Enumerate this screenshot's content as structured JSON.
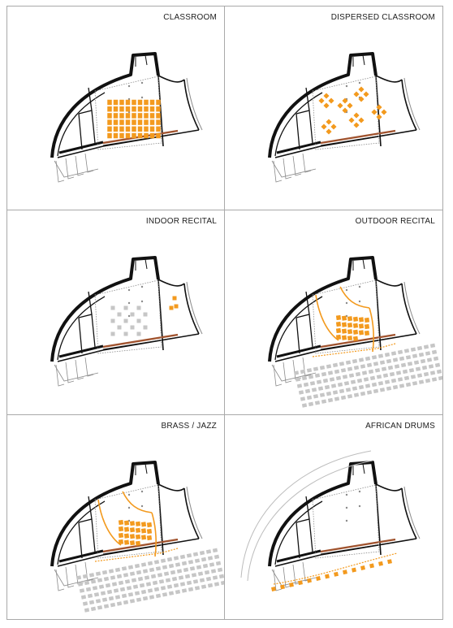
{
  "panels": [
    {
      "id": "classroom",
      "title": "CLASSROOM",
      "variant": "classroom"
    },
    {
      "id": "dispersed-classroom",
      "title": "DISPERSED CLASSROOM",
      "variant": "dispersed"
    },
    {
      "id": "indoor-recital",
      "title": "INDOOR RECITAL",
      "variant": "indoor"
    },
    {
      "id": "outdoor-recital",
      "title": "OUTDOOR RECITAL",
      "variant": "outdoor"
    },
    {
      "id": "brass-jazz",
      "title": "BRASS / JAZZ",
      "variant": "brass"
    },
    {
      "id": "african-drums",
      "title": "AFRICAN DRUMS",
      "variant": "drums"
    }
  ],
  "colors": {
    "accent": "#f39a1e",
    "seat_grey": "#c6c6c6",
    "wall": "#111111",
    "line_grey": "#8a8a8a",
    "border": "#a9a9a9"
  }
}
